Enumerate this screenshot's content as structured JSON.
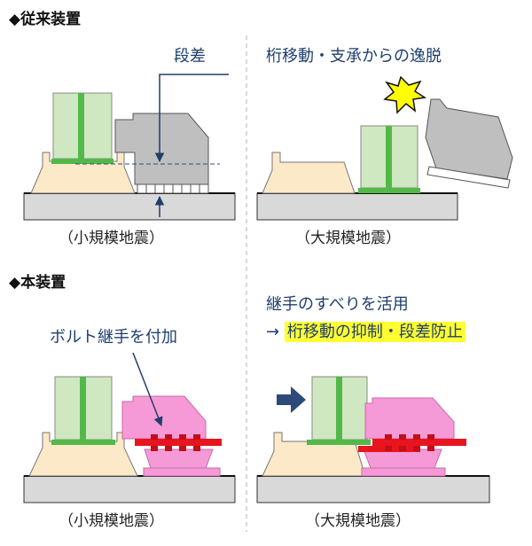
{
  "section_conventional": "◆従来装置",
  "section_new": "◆本装置",
  "label_step": "段差",
  "label_unseating": "桁移動・支承からの逸脱",
  "label_bolt_joint": "ボルト継手を付加",
  "label_slip_use": "継手のすべりを活用",
  "label_arrow_prefix": "→",
  "label_suppress": "桁移動の抑制・段差防止",
  "caption_small_quake": "（小規模地震）",
  "caption_large_quake": "（大規模地震）",
  "colors": {
    "pier": "#fbe9c8",
    "girder": "#cfe8c1",
    "web": "#52b948",
    "bearing_gray": "#bfbfbf",
    "bearing_pink": "#f59ad6",
    "joint_red": "#e8141e",
    "ground": "#d9d9d9",
    "text_blue": "#1f3f6e",
    "highlight": "#ffff33",
    "arrow_navy": "#2e4a7a"
  }
}
